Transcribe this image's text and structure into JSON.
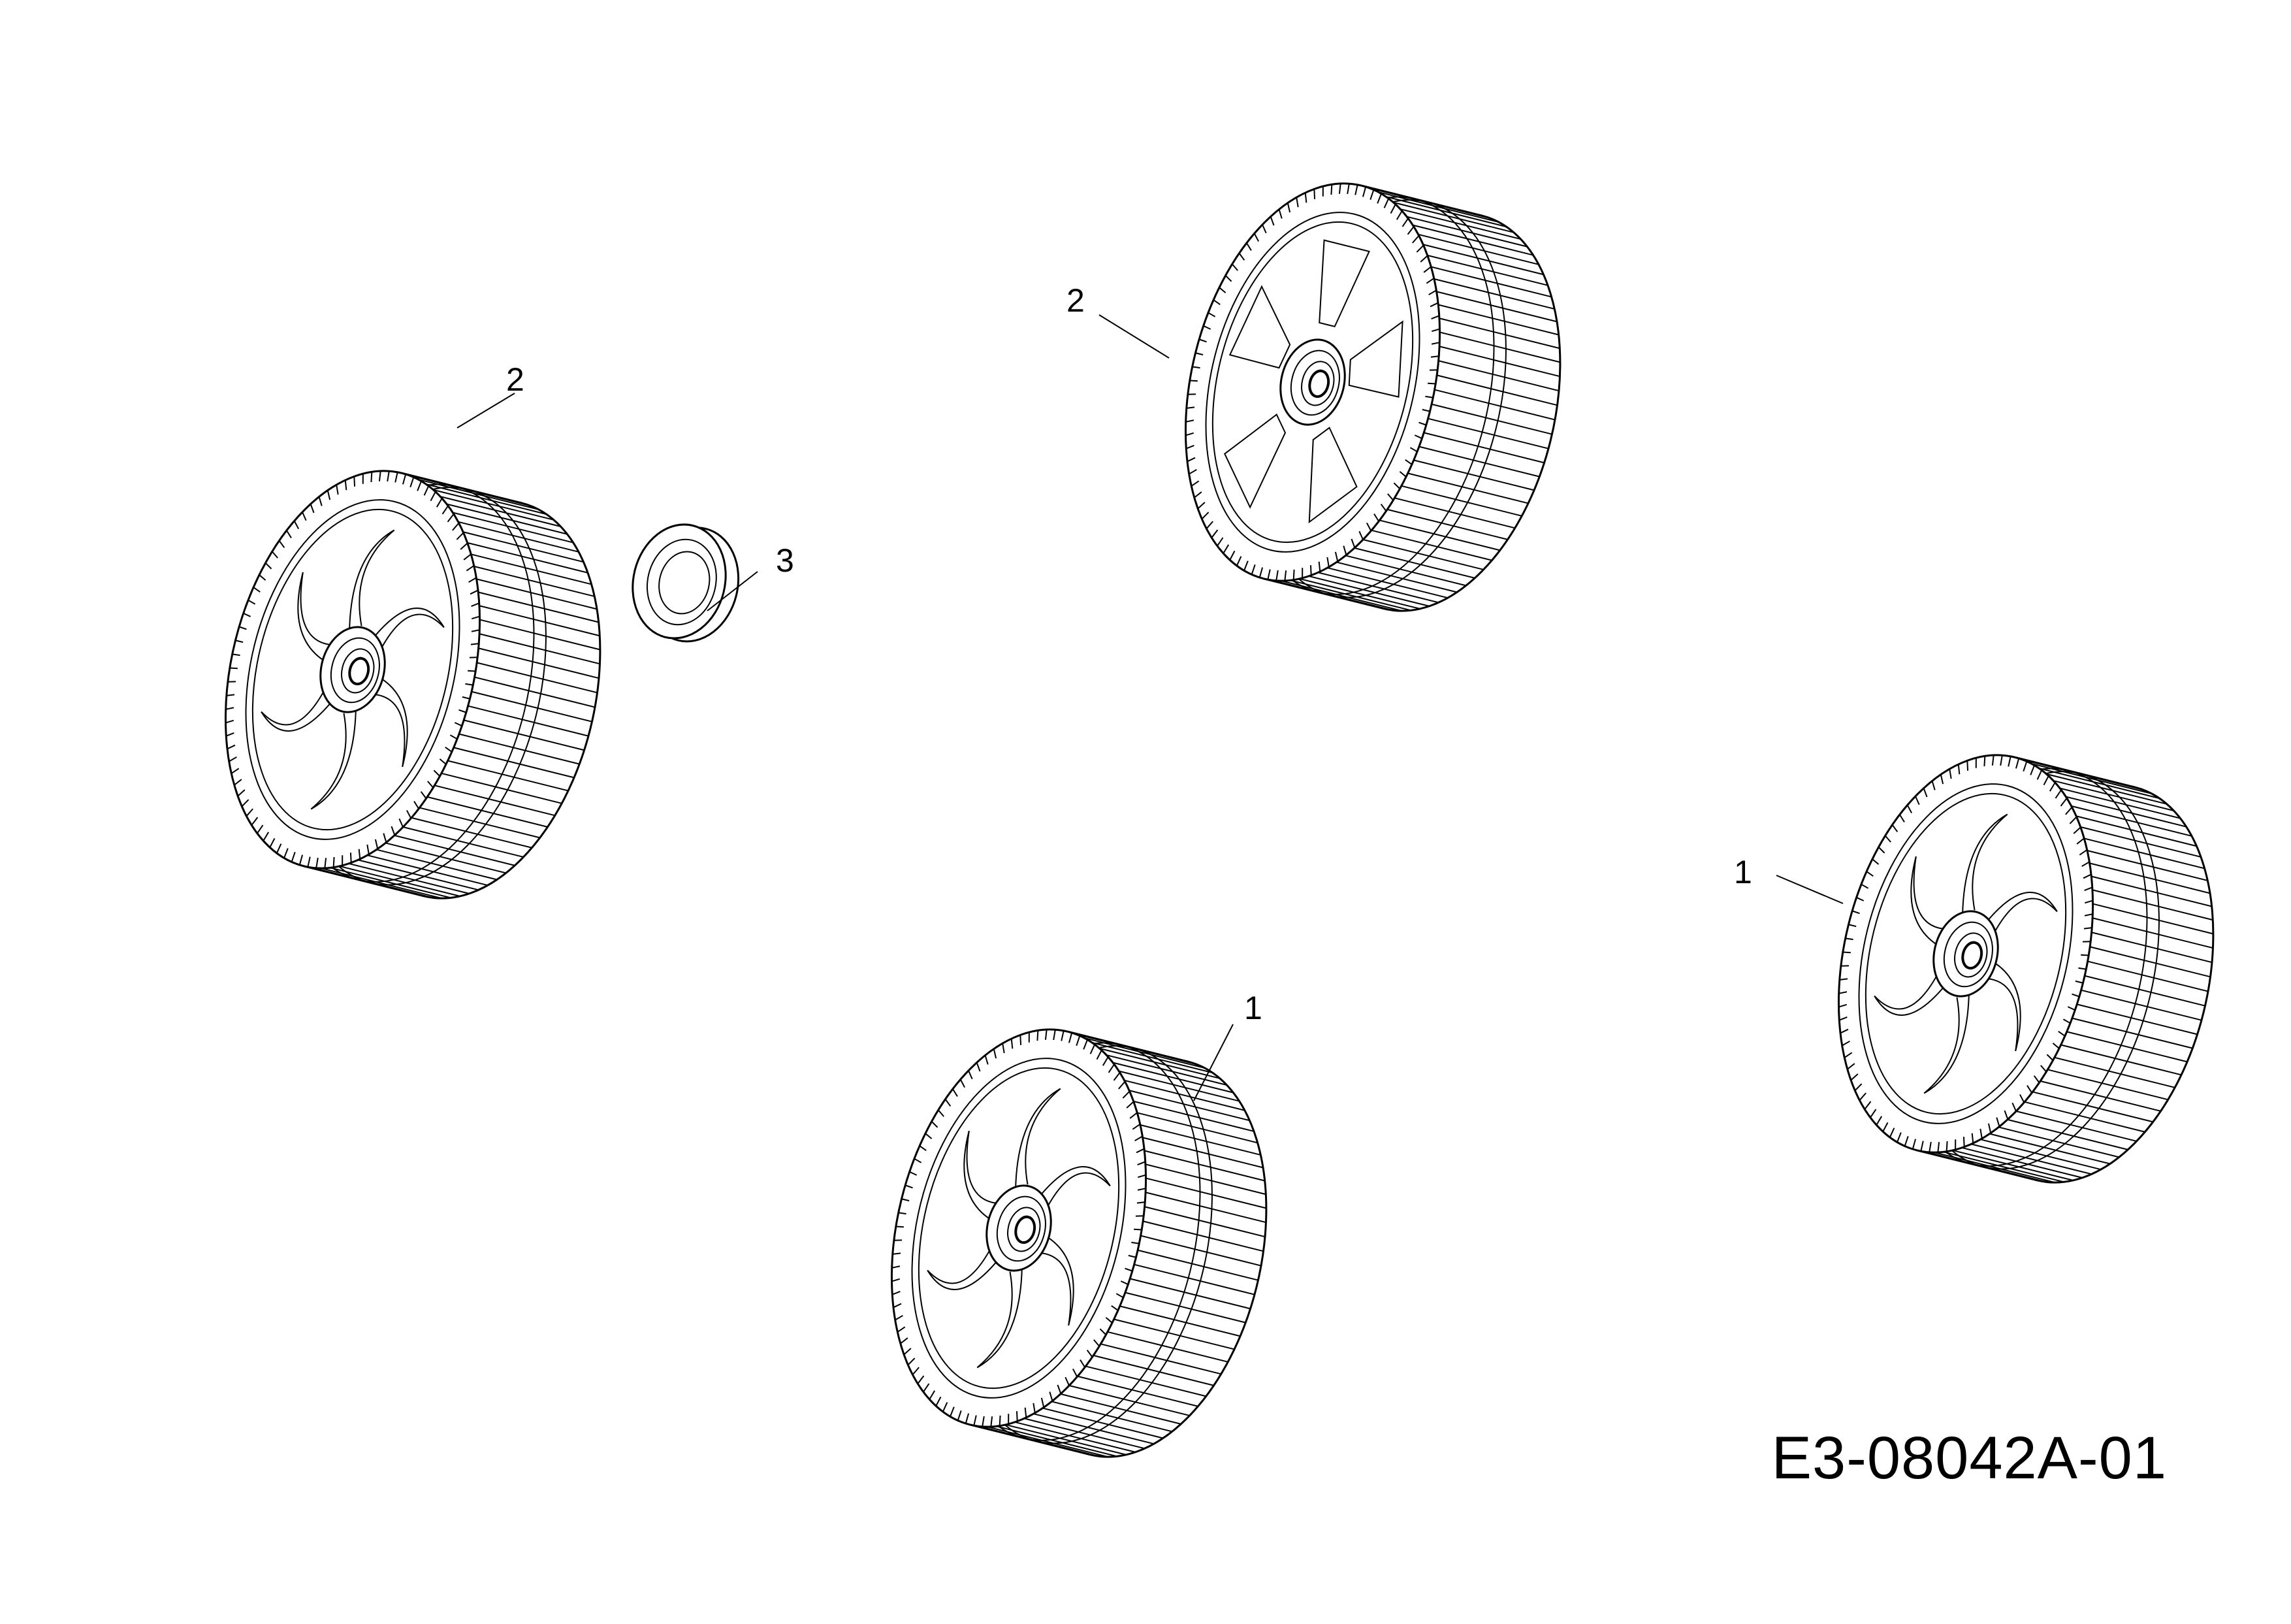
{
  "diagram": {
    "document_id": "E3-08042A-01",
    "parts": [
      {
        "id": "wheel-top-right",
        "callout": "2",
        "style": "spoked"
      },
      {
        "id": "wheel-left",
        "callout": "2",
        "style": "vaned"
      },
      {
        "id": "hub-cap",
        "callout": "3",
        "style": "cap"
      },
      {
        "id": "wheel-bottom-center",
        "callout": "1",
        "style": "vaned"
      },
      {
        "id": "wheel-right",
        "callout": "1",
        "style": "vaned"
      }
    ]
  }
}
